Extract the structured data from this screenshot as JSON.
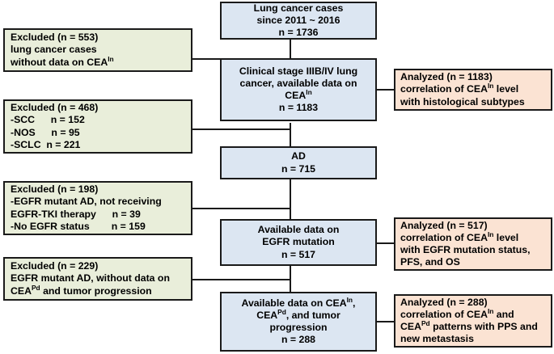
{
  "title": "Patient selection flow diagram for lung cancer CEA study",
  "colors": {
    "main_box_fill": "#dce6f2",
    "excluded_box_fill": "#e9eeda",
    "analyzed_box_fill": "#fbe3d3",
    "border": "#1a1a1a",
    "text": "#000000"
  },
  "main_boxes": [
    {
      "id": "lung-cancer-cases",
      "lines": [
        "Lung cancer cases",
        "since 2011 ~ 2016",
        "n = 1736"
      ],
      "n": "1736"
    },
    {
      "id": "clinical-stage",
      "lines": [
        "Clinical stage IIIB/IV lung",
        "cancer, available data on",
        "CEA<sup>In</sup>",
        "n = 1183"
      ],
      "n": "1183"
    },
    {
      "id": "ad",
      "lines": [
        "AD",
        "n = 715"
      ],
      "n": "715"
    },
    {
      "id": "egfr-mutation",
      "lines": [
        "Available data on",
        "EGFR mutation",
        "n = 517"
      ],
      "n": "517"
    },
    {
      "id": "cea-tumor-progression",
      "lines": [
        "Available data on CEA<sup>In</sup>,",
        "CEA<sup>Pd</sup>, and tumor",
        "progression",
        "n = 288"
      ],
      "n": "288"
    }
  ],
  "excluded_boxes": [
    {
      "id": "excluded-553",
      "lines": [
        "Excluded (n = 553)",
        "lung cancer cases",
        "without data on CEA<sup>In</sup>"
      ],
      "n": "553"
    },
    {
      "id": "excluded-468",
      "lines": [
        "Excluded (n = 468)",
        "-SCC<span class='sp-wide'></span>n = 152",
        "-NOS<span class='sp-wide'></span>n = 95",
        "-SCLC<span class='sp'></span>n = 221"
      ],
      "n": "468",
      "breakdown": [
        {
          "label": "-SCC",
          "value": "n = 152"
        },
        {
          "label": "-NOS",
          "value": "n = 95"
        },
        {
          "label": "-SCLC",
          "value": "n = 221"
        }
      ]
    },
    {
      "id": "excluded-198",
      "lines": [
        "Excluded (n = 198)",
        "-EGFR mutant AD, not receiving",
        "EGFR-TKI therapy<span class='sp-wide'></span>n = 39",
        "-No EGFR status<span class='sp-wide2'></span>n = 159"
      ],
      "n": "198",
      "breakdown": [
        {
          "label": "-EGFR mutant AD, not receiving EGFR-TKI therapy",
          "value": "n = 39"
        },
        {
          "label": "-No EGFR status",
          "value": "n = 159"
        }
      ]
    },
    {
      "id": "excluded-229",
      "lines": [
        "Excluded (n = 229)",
        "EGFR mutant AD, without data on",
        "CEA<sup>Pd</sup> and tumor progression"
      ],
      "n": "229"
    }
  ],
  "analyzed_boxes": [
    {
      "id": "analyzed-1183",
      "lines": [
        "Analyzed (n = 1183)",
        "correlation of CEA<sup>In</sup> level",
        "with histological subtypes"
      ],
      "n": "1183"
    },
    {
      "id": "analyzed-517",
      "lines": [
        "Analyzed (n = 517)",
        "correlation of CEA<sup>In</sup> level",
        "with EGFR mutation status,",
        "PFS, and OS"
      ],
      "n": "517"
    },
    {
      "id": "analyzed-288",
      "lines": [
        "Analyzed (n = 288)",
        "correlation of CEA<sup>In</sup> and",
        "CEA<sup>Pd</sup> patterns with PPS and",
        "new metastasis"
      ],
      "n": "288"
    }
  ]
}
